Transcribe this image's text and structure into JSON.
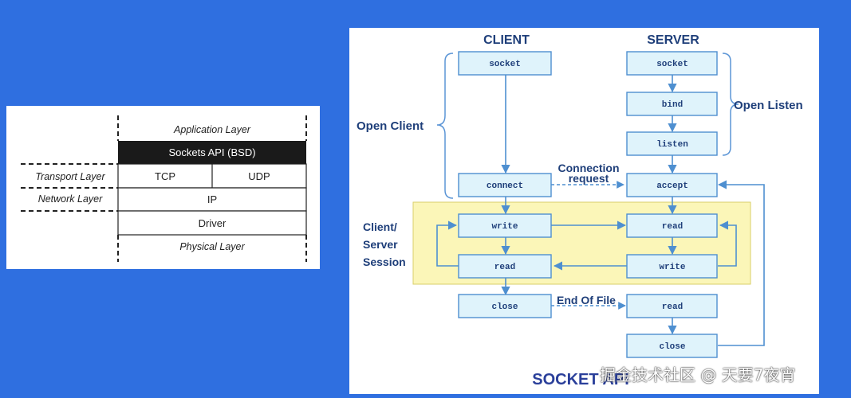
{
  "osi_layers": {
    "application": "Application Layer",
    "sockets_api": "Sockets API (BSD)",
    "transport": "Transport Layer",
    "tcp": "TCP",
    "udp": "UDP",
    "network": "Network Layer",
    "ip": "IP",
    "driver": "Driver",
    "physical": "Physical Layer"
  },
  "flow": {
    "client_title": "CLIENT",
    "server_title": "SERVER",
    "open_client": "Open Client",
    "open_listen": "Open Listen",
    "session_line1": "Client/",
    "session_line2": "Server",
    "session_line3": "Session",
    "connection_line1": "Connection",
    "connection_line2": "request",
    "end_of_file": "End Of File",
    "footer": "SOCKET API",
    "client_boxes": {
      "socket": "socket",
      "connect": "connect",
      "write": "write",
      "read": "read",
      "close": "close"
    },
    "server_boxes": {
      "socket": "socket",
      "bind": "bind",
      "listen": "listen",
      "accept": "accept",
      "read": "read",
      "write": "write",
      "read2": "read",
      "close": "close"
    },
    "colors": {
      "box_fill": "#dff3fb",
      "box_stroke": "#4e8fd0",
      "session_highlight": "#fbf6b8",
      "title": "#1f3f7a"
    }
  },
  "watermark": "掘金技术社区 @ 天要7夜宵"
}
